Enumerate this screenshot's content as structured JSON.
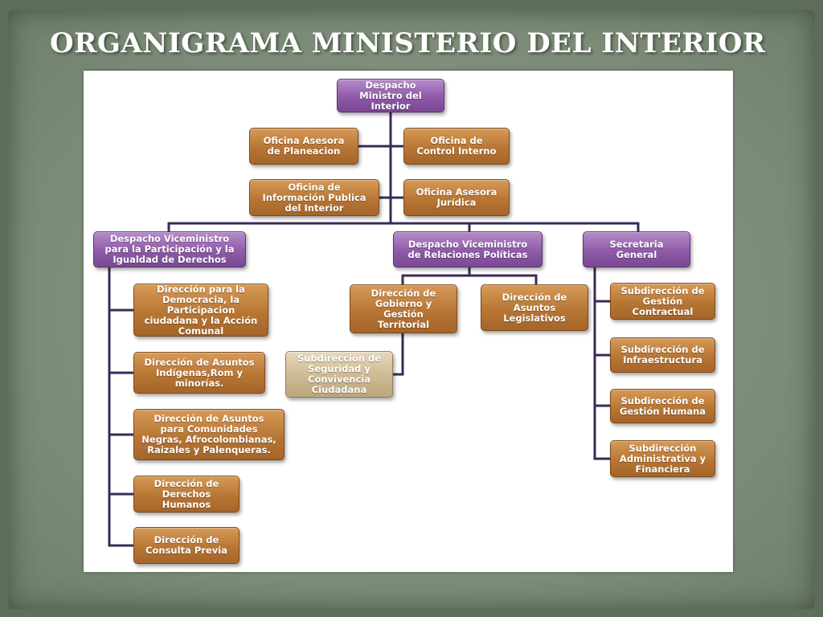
{
  "slide": {
    "title": "ORGANIGRAMA MINISTERIO DEL INTERIOR"
  },
  "colors": {
    "purple_node": "#8f5aa8",
    "orange_node": "#b87634",
    "beige_node": "#cdb992",
    "connector": "#3a2a55",
    "frame_background": "#7b8b77"
  },
  "org_chart": {
    "root": "Despacho\nMinistro del\nInterior",
    "offices": {
      "planeacion": "Oficina  Asesora\nde Planeacion",
      "control_interno": "Oficina de\nControl Interno",
      "informacion_publica": "Oficina de\nInformación Publica\ndel Interior",
      "juridica": "Oficina Asesora\nJurídica"
    },
    "vice_participacion": {
      "label": "Despacho Viceministro\npara la Participación y la\nIgualdad de Derechos",
      "children": [
        "Dirección para la\nDemocracia, la\nParticipacion\nciudadana y la Acción\nComunal",
        "Dirección de Asuntos\nIndígenas,Rom y\nminorías.",
        "Dirección de Asuntos\npara Comunidades\nNegras, Afrocolombianas,\nRaizales y Palenqueras.",
        "Dirección de\nDerechos\nHumanos",
        "Dirección de\nConsulta Previa"
      ]
    },
    "vice_relaciones": {
      "label": "Despacho Viceministro\nde Relaciones Políticas",
      "gobierno": "Dirección de\nGobierno y\nGestión\nTerritorial",
      "legislativos": "Dirección de\nAsuntos\nLegislativos",
      "seguridad": "Subdirección de\nSeguridad y\nConvivencia\nCiudadana"
    },
    "secretaria": {
      "label": "Secretaria\nGeneral",
      "children": [
        "Subdirección de\nGestión\nContractual",
        "Subdirección de\nInfraestructura",
        "Subdirección de\nGestión Humana",
        "Subdirección\nAdministrativa y\nFinanciera"
      ]
    }
  }
}
